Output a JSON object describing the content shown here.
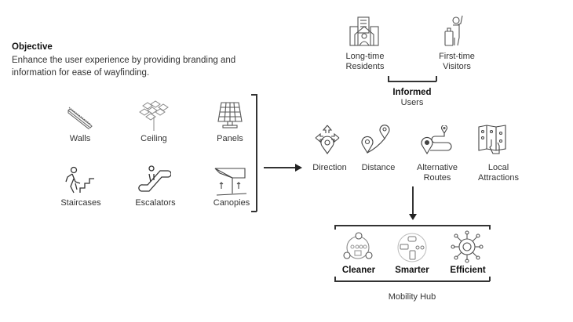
{
  "objective": {
    "title": "Objective",
    "text": "Enhance the user experience by providing branding and information for ease of wayfinding."
  },
  "elements": [
    {
      "label": "Walls",
      "icon": "walls-icon"
    },
    {
      "label": "Ceiling",
      "icon": "ceiling-icon"
    },
    {
      "label": "Panels",
      "icon": "solar-panel-icon"
    },
    {
      "label": "Staircases",
      "icon": "staircase-icon"
    },
    {
      "label": "Escalators",
      "icon": "escalator-icon"
    },
    {
      "label": "Canopies",
      "icon": "canopy-icon"
    }
  ],
  "users": [
    {
      "label_line1": "Long-time",
      "label_line2": "Residents",
      "icon": "residents-building-icon"
    },
    {
      "label_line1": "First-time",
      "label_line2": "Visitors",
      "icon": "visitor-luggage-icon"
    }
  ],
  "informed_users": {
    "line1": "Informed",
    "line2": "Users"
  },
  "information": [
    {
      "label_line1": "Direction",
      "label_line2": "",
      "icon": "direction-icon"
    },
    {
      "label_line1": "Distance",
      "label_line2": "",
      "icon": "distance-icon"
    },
    {
      "label_line1": "Alternative",
      "label_line2": "Routes",
      "icon": "route-icon"
    },
    {
      "label_line1": "Local",
      "label_line2": "Attractions",
      "icon": "map-icon"
    }
  ],
  "mobility_hub": {
    "title": "Mobility Hub",
    "items": [
      {
        "label": "Cleaner",
        "icon": "cleaner-cycle-icon"
      },
      {
        "label": "Smarter",
        "icon": "smarter-transport-icon"
      },
      {
        "label": "Efficient",
        "icon": "efficient-gear-icon"
      }
    ]
  }
}
